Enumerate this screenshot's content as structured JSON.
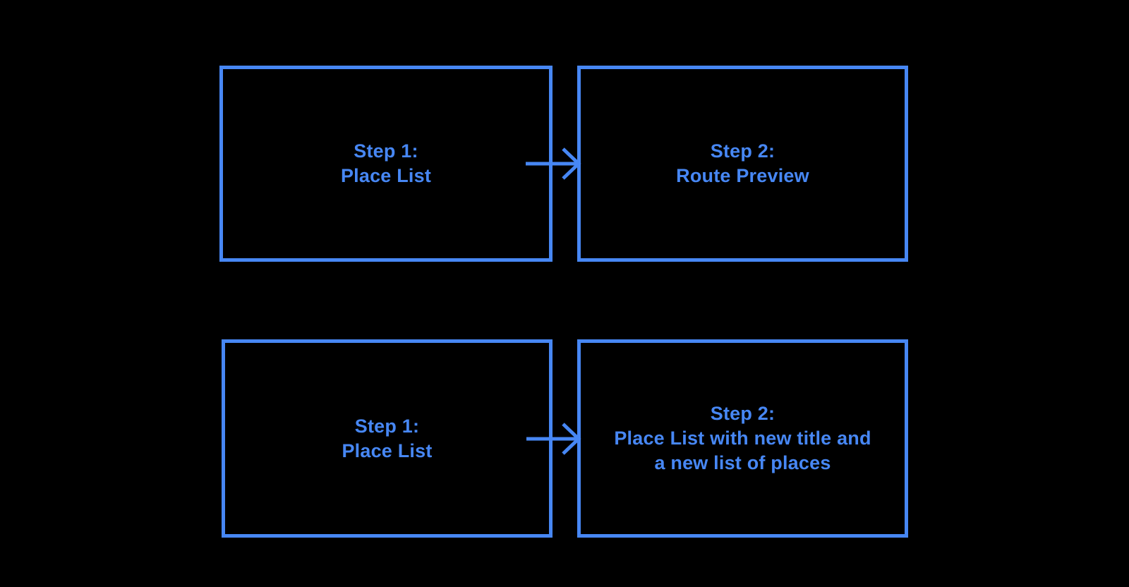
{
  "colors": {
    "background": "#000000",
    "accent": "#4787F4"
  },
  "icons": {
    "arrow": "arrow-right-icon"
  },
  "flows": [
    {
      "from": {
        "lines": [
          "Step 1:",
          "Place List"
        ]
      },
      "to": {
        "lines": [
          "Step 2:",
          "Route Preview"
        ]
      }
    },
    {
      "from": {
        "lines": [
          "Step 1:",
          "Place List"
        ]
      },
      "to": {
        "lines": [
          "Step 2:",
          "Place List with new title and",
          "a new list of places"
        ]
      }
    }
  ]
}
